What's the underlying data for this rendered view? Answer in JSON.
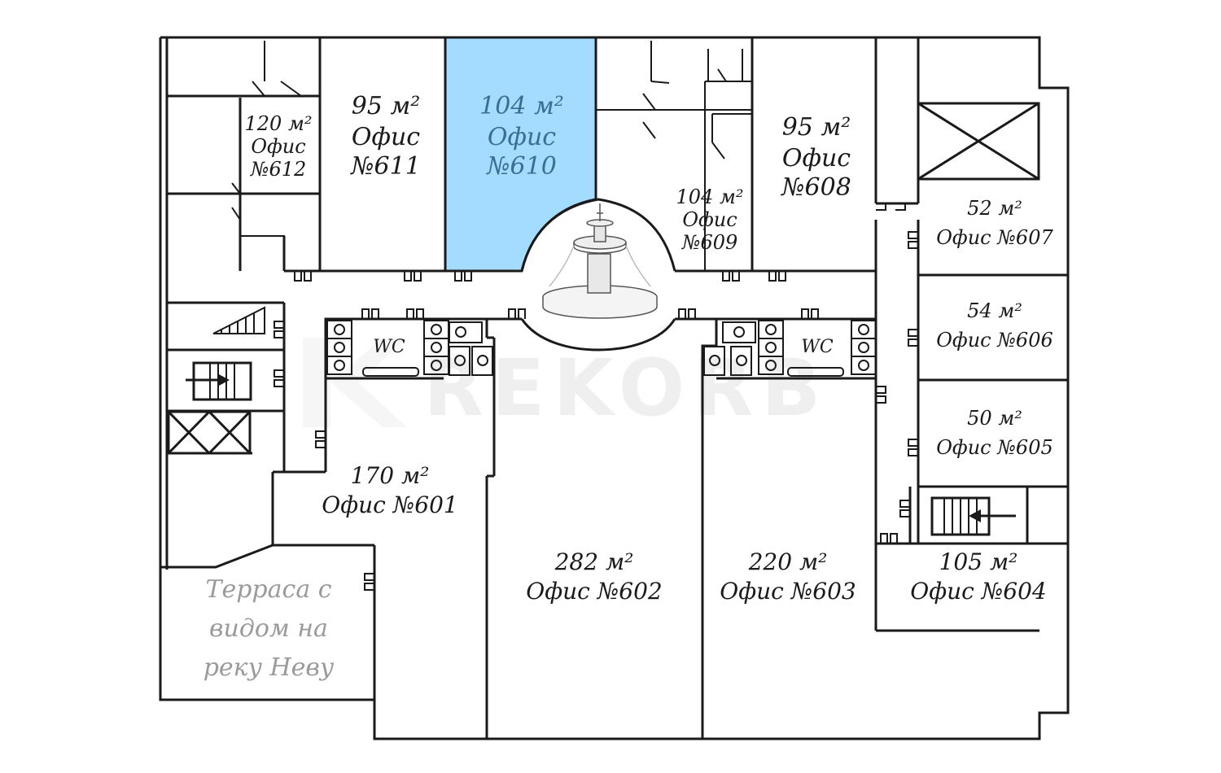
{
  "floor_plan": {
    "selected_office": "610",
    "watermark": "REKORB",
    "offices": [
      {
        "id": "612",
        "area": "120 м²",
        "name": "Офис",
        "number": "№612"
      },
      {
        "id": "611",
        "area": "95 м²",
        "name": "Офис",
        "number": "№611"
      },
      {
        "id": "610",
        "area": "104 м²",
        "name": "Офис",
        "number": "№610"
      },
      {
        "id": "609",
        "area": "104 м²",
        "name": "Офис",
        "number": "№609"
      },
      {
        "id": "608",
        "area": "95 м²",
        "name": "Офис",
        "number": "№608"
      },
      {
        "id": "607",
        "area": "52 м²",
        "name": "Офис №607"
      },
      {
        "id": "606",
        "area": "54 м²",
        "name": "Офис №606"
      },
      {
        "id": "605",
        "area": "50 м²",
        "name": "Офис №605"
      },
      {
        "id": "604",
        "area": "105 м²",
        "name": "Офис №604"
      },
      {
        "id": "603",
        "area": "220 м²",
        "name": "Офис №603"
      },
      {
        "id": "602",
        "area": "282 м²",
        "name": "Офис №602"
      },
      {
        "id": "601",
        "area": "170 м²",
        "name": "Офис №601"
      }
    ],
    "wc_labels": [
      "WC",
      "WC"
    ],
    "terrace": {
      "line1": "Терраса с",
      "line2": "видом на",
      "line3": "реку Неву"
    },
    "colors": {
      "selected_fill": "#a4dcff",
      "wall": "#1a1a1a",
      "terrace_text": "#9a9a9a"
    }
  }
}
